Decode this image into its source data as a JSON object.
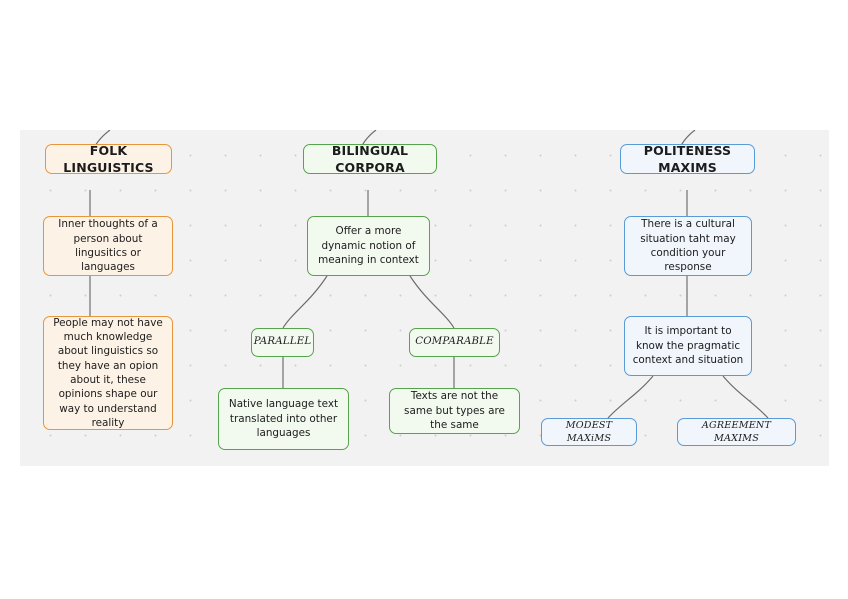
{
  "canvas": {
    "background_color": "#f2f2f2",
    "grid": "dot-grid",
    "edge_color": "#6b6b6b"
  },
  "palette": {
    "orange_border": "#e8963c",
    "orange_fill": "#fdf2e6",
    "green_border": "#56a44c",
    "green_fill": "#f2faf0",
    "blue_border": "#5b9bd5",
    "blue_fill": "#f0f6fc"
  },
  "branches": {
    "folk_linguistics": {
      "root": "FOLK LINGUISTICS",
      "child_1": "Inner thoughts of a person about lingusitics or languages",
      "child_2": "People may not have much knowledge about linguistics so they have an opion about it, these opinions shape our way to understand reality"
    },
    "bilingual_corpora": {
      "root": "BILINGUAL CORPORA",
      "child_1": "Offer a more dynamic notion of meaning in context",
      "tag_left": "PARALLEL",
      "tag_right": "COMPARABLE",
      "leaf_left": "Native language text translated into other languages",
      "leaf_right": "Texts are not the same but types are the same"
    },
    "politeness_maxims": {
      "root": "POLITENESS MAXIMS",
      "child_1": "There is a cultural situation taht may condition your response",
      "child_2": "It is important to know the pragmatic context and situation",
      "leaf_left": "MODEST MAXiMS",
      "leaf_right": "AGREEMENT MAXIMS"
    }
  }
}
